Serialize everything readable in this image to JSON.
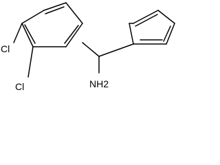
{
  "molecule": {
    "atom_labels": {
      "cl_upper": "Cl",
      "cl_lower": "Cl",
      "amine": "NH2"
    },
    "colors": {
      "bond": "#000000",
      "text": "#000000",
      "background": "#ffffff"
    }
  }
}
